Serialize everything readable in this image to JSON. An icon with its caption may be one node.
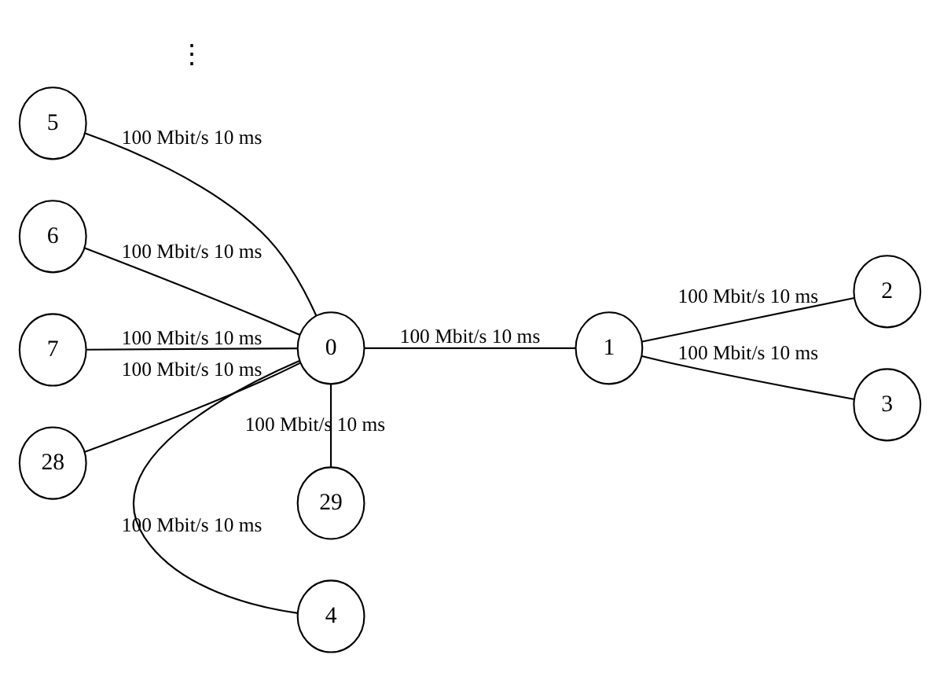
{
  "diagram": {
    "nodes": [
      {
        "text": [
          "0"
        ]
      },
      {
        "text": [
          "1"
        ]
      },
      {
        "text": [
          "2"
        ]
      },
      {
        "text": [
          "3"
        ]
      },
      {
        "text": [
          "4"
        ]
      },
      {
        "text": [
          "5"
        ]
      },
      {
        "text": [
          "6"
        ]
      },
      {
        "text": [
          "7"
        ]
      },
      {
        "text": [
          "28"
        ]
      },
      {
        "text": [
          "29"
        ]
      }
    ],
    "edges": [
      {
        "from": 0,
        "to": 4,
        "arrow": "none",
        "label": "100 Mbit/s 10 ms"
      },
      {
        "from": 0,
        "to": 5,
        "arrow": "none",
        "label": "100 Mbit/s 10 ms"
      },
      {
        "from": 0,
        "to": 6,
        "arrow": "none",
        "label": "100 Mbit/s 10 ms"
      },
      {
        "from": 0,
        "to": 7,
        "arrow": "none",
        "label": "100 Mbit/s 10 ms"
      },
      {
        "from": 0,
        "to": 8,
        "arrow": "none",
        "label": "100 Mbit/s 10 ms"
      },
      {
        "from": 0,
        "to": 9,
        "arrow": "none",
        "label": "100 Mbit/s 10 ms"
      },
      {
        "from": 0,
        "to": 1,
        "arrow": "none",
        "label": "100 Mbit/s 10 ms"
      },
      {
        "from": 1,
        "to": 2,
        "arrow": "none",
        "label": "100 Mbit/s 10 ms"
      },
      {
        "from": 1,
        "to": 3,
        "arrow": "none",
        "label": "100 Mbit/s 10 ms"
      }
    ],
    "labels": [
      "⋮"
    ]
  }
}
